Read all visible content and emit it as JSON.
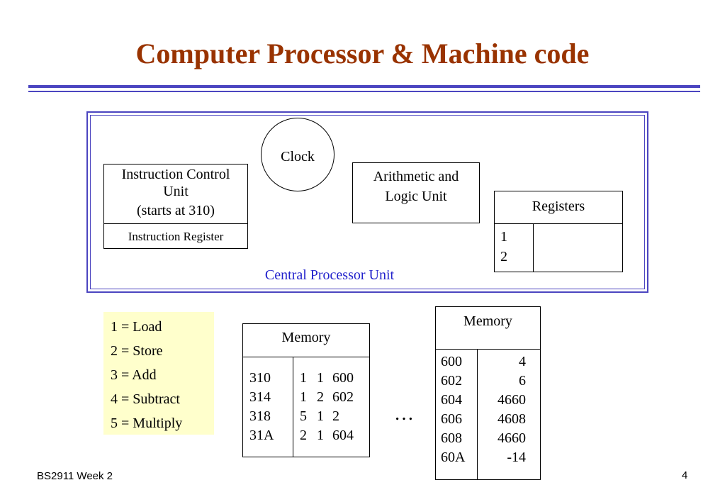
{
  "title": "Computer Processor & Machine code",
  "cpu": {
    "label": "Central Processor Unit",
    "clock": "Clock",
    "icu": {
      "line1": "Instruction Control",
      "line2": "Unit",
      "line3": "(starts at 310)",
      "register": "Instruction Register"
    },
    "alu": {
      "line1": "Arithmetic and",
      "line2": "Logic Unit"
    },
    "registers": {
      "header": "Registers",
      "rows": [
        "1",
        "2"
      ]
    }
  },
  "opcodes": [
    "1 = Load",
    "2 = Store",
    "3 = Add",
    "4 = Subtract",
    "5 = Multiply"
  ],
  "memory_left": {
    "header": "Memory",
    "addresses": [
      "310",
      "314",
      "318",
      "31A"
    ],
    "contents": [
      [
        "1",
        "1",
        "600"
      ],
      [
        "1",
        "2",
        "602"
      ],
      [
        "5",
        "1",
        "2"
      ],
      [
        "2",
        "1",
        "604"
      ]
    ]
  },
  "ellipsis": "…",
  "memory_right": {
    "header": "Memory",
    "addresses": [
      "600",
      "602",
      "604",
      "606",
      "608",
      "60A"
    ],
    "values": [
      "4",
      "6",
      "4660",
      "4608",
      "4660",
      "-14"
    ]
  },
  "footer": {
    "left": "BS2911 Week 2",
    "page": "4"
  },
  "colors": {
    "title": "#993300",
    "rule": "#4b45c0",
    "cpu_label": "#2222cc",
    "opcode_bg": "#ffffcc"
  }
}
